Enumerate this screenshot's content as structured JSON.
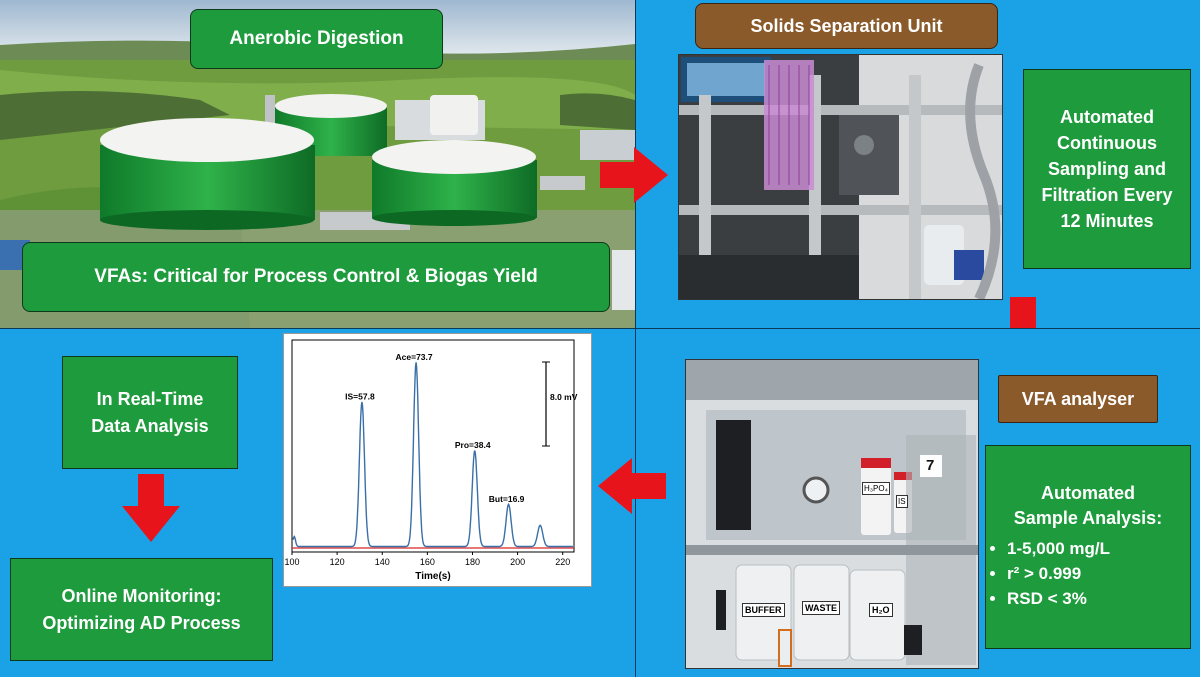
{
  "biogas": {
    "title": "Anerobic Digestion",
    "caption": "VFAs: Critical for Process Control & Biogas Yield"
  },
  "separation": {
    "title": "Solids Separation Unit",
    "sampling_text": "Automated Continuous Sampling and Filtration Every 12 Minutes"
  },
  "analyser": {
    "title": "VFA analyser",
    "summary_heading": "Automated Sample Analysis:",
    "bullets": [
      "1-5,000 mg/L",
      "r² > 0.999",
      "RSD < 3%"
    ],
    "bottle_labels": [
      "BUFFER",
      "WASTE",
      "H₂O",
      "H₃PO₄",
      "IS",
      "7"
    ]
  },
  "monitoring": {
    "realtime_text": "In Real-Time Data Analysis",
    "online_text": "Online Monitoring: Optimizing AD Process"
  },
  "chart_data": {
    "type": "line",
    "xlabel": "Time(s)",
    "ylabel": "",
    "xlim": [
      100,
      225
    ],
    "xticks": [
      100,
      120,
      140,
      160,
      180,
      200,
      220
    ],
    "scale_label": "8.0 mV",
    "peaks": [
      {
        "x": 131,
        "label": "IS=57.8",
        "height": 57.8
      },
      {
        "x": 155,
        "label": "Ace=73.7",
        "height": 73.7
      },
      {
        "x": 181,
        "label": "Pro=38.4",
        "height": 38.4
      },
      {
        "x": 196,
        "label": "But=16.9",
        "height": 16.9
      },
      {
        "x": 210,
        "label": "",
        "height": 8.5
      }
    ],
    "colors": {
      "trace": "#3a6fa8",
      "baseline": "#d62728"
    }
  },
  "colors": {
    "background": "#1aa3e8",
    "green_box": "#1e9b3d",
    "brown_box": "#8b5a2b",
    "arrow": "#e8141b"
  }
}
